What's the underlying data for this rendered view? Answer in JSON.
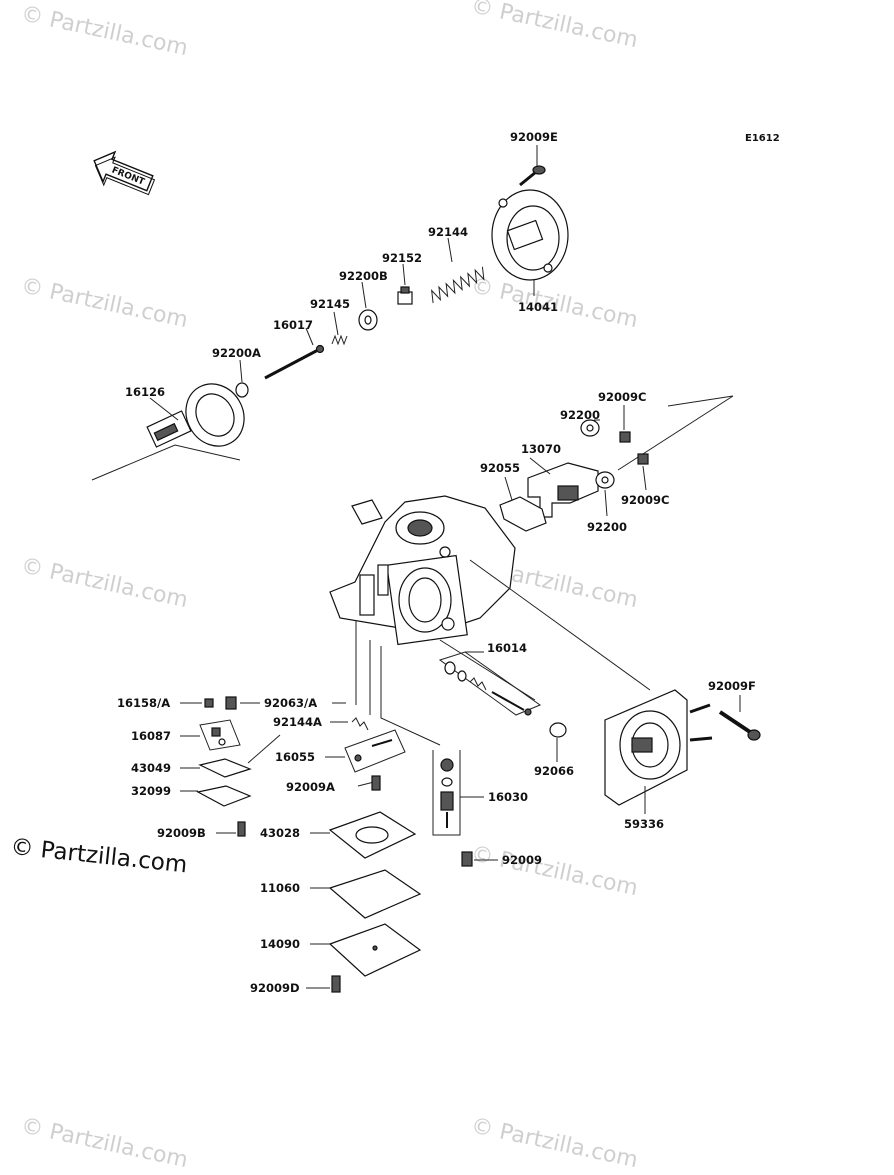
{
  "diagram": {
    "code": "E1612",
    "front_label": "FRONT",
    "watermark": "© Partzilla.com",
    "copyright": "© Partzilla.com",
    "parts": [
      {
        "id": "p-92009E",
        "label": "92009E"
      },
      {
        "id": "p-92144",
        "label": "92144"
      },
      {
        "id": "p-92152",
        "label": "92152"
      },
      {
        "id": "p-92200B",
        "label": "92200B"
      },
      {
        "id": "p-92145",
        "label": "92145"
      },
      {
        "id": "p-16017",
        "label": "16017"
      },
      {
        "id": "p-92200A",
        "label": "92200A"
      },
      {
        "id": "p-16126",
        "label": "16126"
      },
      {
        "id": "p-14041",
        "label": "14041"
      },
      {
        "id": "p-92009C-1",
        "label": "92009C"
      },
      {
        "id": "p-92200-1",
        "label": "92200"
      },
      {
        "id": "p-13070",
        "label": "13070"
      },
      {
        "id": "p-92055",
        "label": "92055"
      },
      {
        "id": "p-92009C-2",
        "label": "92009C"
      },
      {
        "id": "p-92200-2",
        "label": "92200"
      },
      {
        "id": "p-16014",
        "label": "16014"
      },
      {
        "id": "p-92009F",
        "label": "92009F"
      },
      {
        "id": "p-16158A",
        "label": "16158/A"
      },
      {
        "id": "p-92063A",
        "label": "92063/A"
      },
      {
        "id": "p-92144A",
        "label": "92144A"
      },
      {
        "id": "p-16087",
        "label": "16087"
      },
      {
        "id": "p-16055",
        "label": "16055"
      },
      {
        "id": "p-43049",
        "label": "43049"
      },
      {
        "id": "p-92066",
        "label": "92066"
      },
      {
        "id": "p-32099",
        "label": "32099"
      },
      {
        "id": "p-92009A",
        "label": "92009A"
      },
      {
        "id": "p-16030",
        "label": "16030"
      },
      {
        "id": "p-59336",
        "label": "59336"
      },
      {
        "id": "p-92009B",
        "label": "92009B"
      },
      {
        "id": "p-43028",
        "label": "43028"
      },
      {
        "id": "p-92009",
        "label": "92009"
      },
      {
        "id": "p-11060",
        "label": "11060"
      },
      {
        "id": "p-14090",
        "label": "14090"
      },
      {
        "id": "p-92009D",
        "label": "92009D"
      }
    ]
  }
}
